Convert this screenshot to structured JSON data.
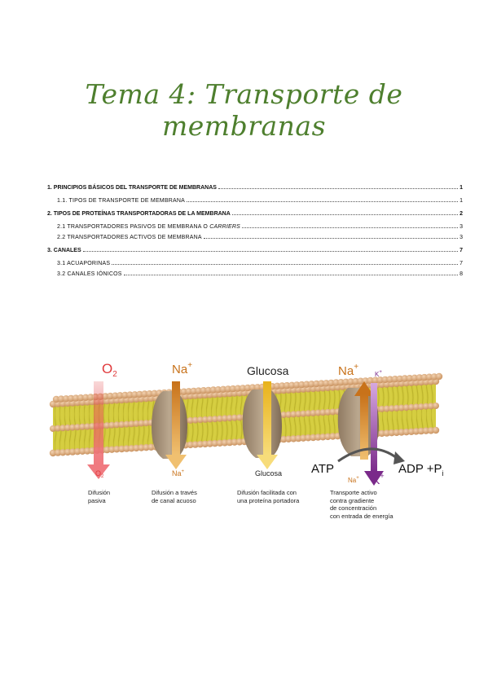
{
  "document": {
    "title": "Tema 4: Transporte de membranas"
  },
  "toc": [
    {
      "label": "1. PRINCIPIOS BÁSICOS DEL TRANSPORTE DE MEMBRANAS",
      "page": "1",
      "level": 1
    },
    {
      "label": "1.1. TIPOS DE TRANSPORTE DE MEMBRANA",
      "page": "1",
      "level": 2
    },
    {
      "label": "2. TIPOS DE PROTEÍNAS TRANSPORTADORAS DE LA MEMBRANA",
      "page": "2",
      "level": 1
    },
    {
      "label_prefix": "2.1 TRANSPORTADORES PASIVOS DE MEMBRANA O ",
      "label_em": "CARRIERS",
      "page": "3",
      "level": 2
    },
    {
      "label": "2.2 TRANSPORTADORES ACTIVOS DE MEMBRANA",
      "page": "3",
      "level": 2
    },
    {
      "label": "3. CANALES",
      "page": "7",
      "level": 1
    },
    {
      "label": "3.1 ACUAPORINAS",
      "page": "7",
      "level": 2
    },
    {
      "label": "3.2 CANALES IÓNICOS",
      "page": "8",
      "level": 2
    }
  ],
  "figure": {
    "top_labels": {
      "o2": "O",
      "o2_sub": "2",
      "na": "Na",
      "na_sup": "+",
      "glucosa": "Glucosa",
      "na2": "Na",
      "na2_sup": "+",
      "k": "K",
      "k_sup": "+"
    },
    "bottom_labels": {
      "o2": "O",
      "o2_sub": "2",
      "na": "Na",
      "na_sup": "+",
      "glucosa": "Glucosa",
      "na2": "Na",
      "na2_sup": "+",
      "k": "K",
      "k_sup": "+"
    },
    "atp": "ATP",
    "adp": "ADP +P",
    "adp_sub": "i",
    "captions": [
      "Difusión\npasiva",
      "Difusión a través\nde canal acuoso",
      "Difusión facilitada con\nuna proteína portadora",
      "Transporte activo\ncontra gradiente\nde concentración\ncon entrada de energía"
    ],
    "colors": {
      "o2": "#e03a3c",
      "na": "#c8721a",
      "glucosa": "#222222",
      "k": "#7a2a8a",
      "lipid_head": "#d9a97c",
      "lipid_tail": "#c9c235",
      "protein": "#a08c73"
    }
  }
}
